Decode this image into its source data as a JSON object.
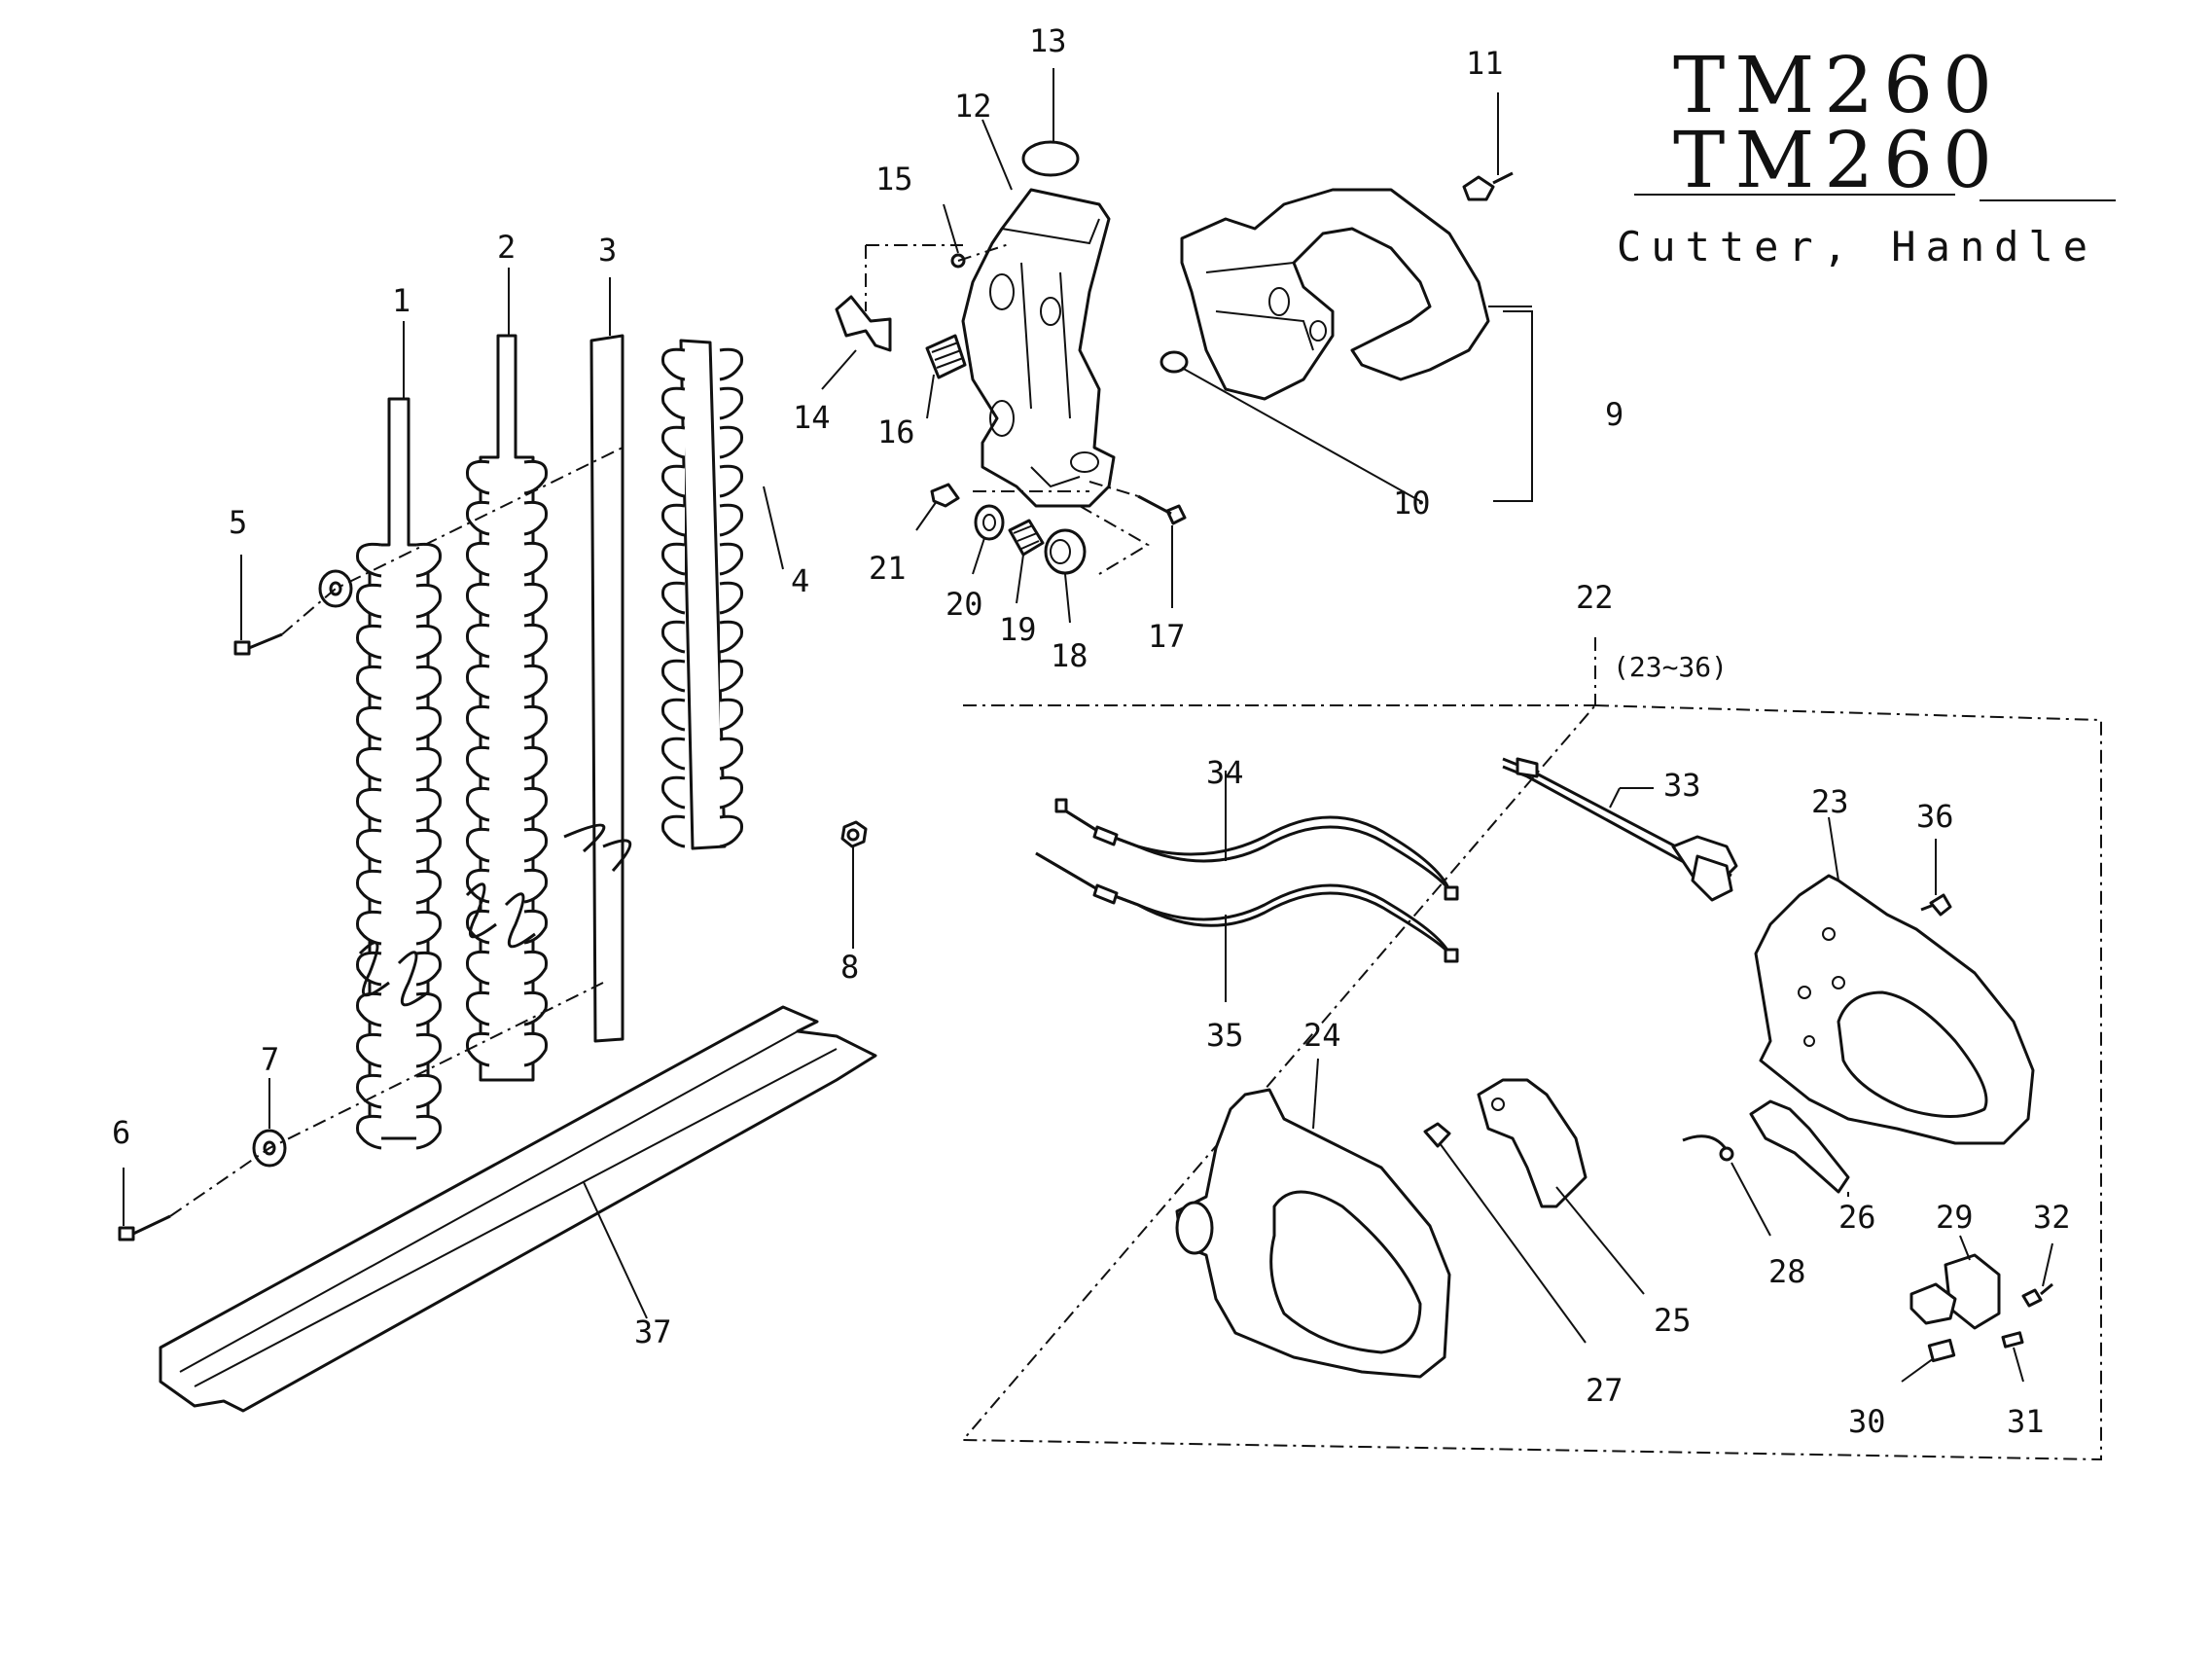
{
  "title": {
    "model_line1": "TM260",
    "model_line2": "TM260",
    "subtitle": "Cutter, Handle"
  },
  "labels": {
    "p1": "1",
    "p2": "2",
    "p3": "3",
    "p4": "4",
    "p5": "5",
    "p6": "6",
    "p7": "7",
    "p8": "8",
    "p9": "9",
    "p10": "10",
    "p11": "11",
    "p12": "12",
    "p13": "13",
    "p14": "14",
    "p15": "15",
    "p16": "16",
    "p17": "17",
    "p18": "18",
    "p19": "19",
    "p20": "20",
    "p21": "21",
    "p22": "22",
    "p22_range": "(23~36)",
    "p23": "23",
    "p24": "24",
    "p25": "25",
    "p26": "26",
    "p27": "27",
    "p28": "28",
    "p29": "29",
    "p30": "30",
    "p31": "31",
    "p32": "32",
    "p33": "33",
    "p34": "34",
    "p35": "35",
    "p36": "36",
    "p37": "37"
  },
  "colors": {
    "ink": "#111111",
    "paper": "#ffffff"
  }
}
